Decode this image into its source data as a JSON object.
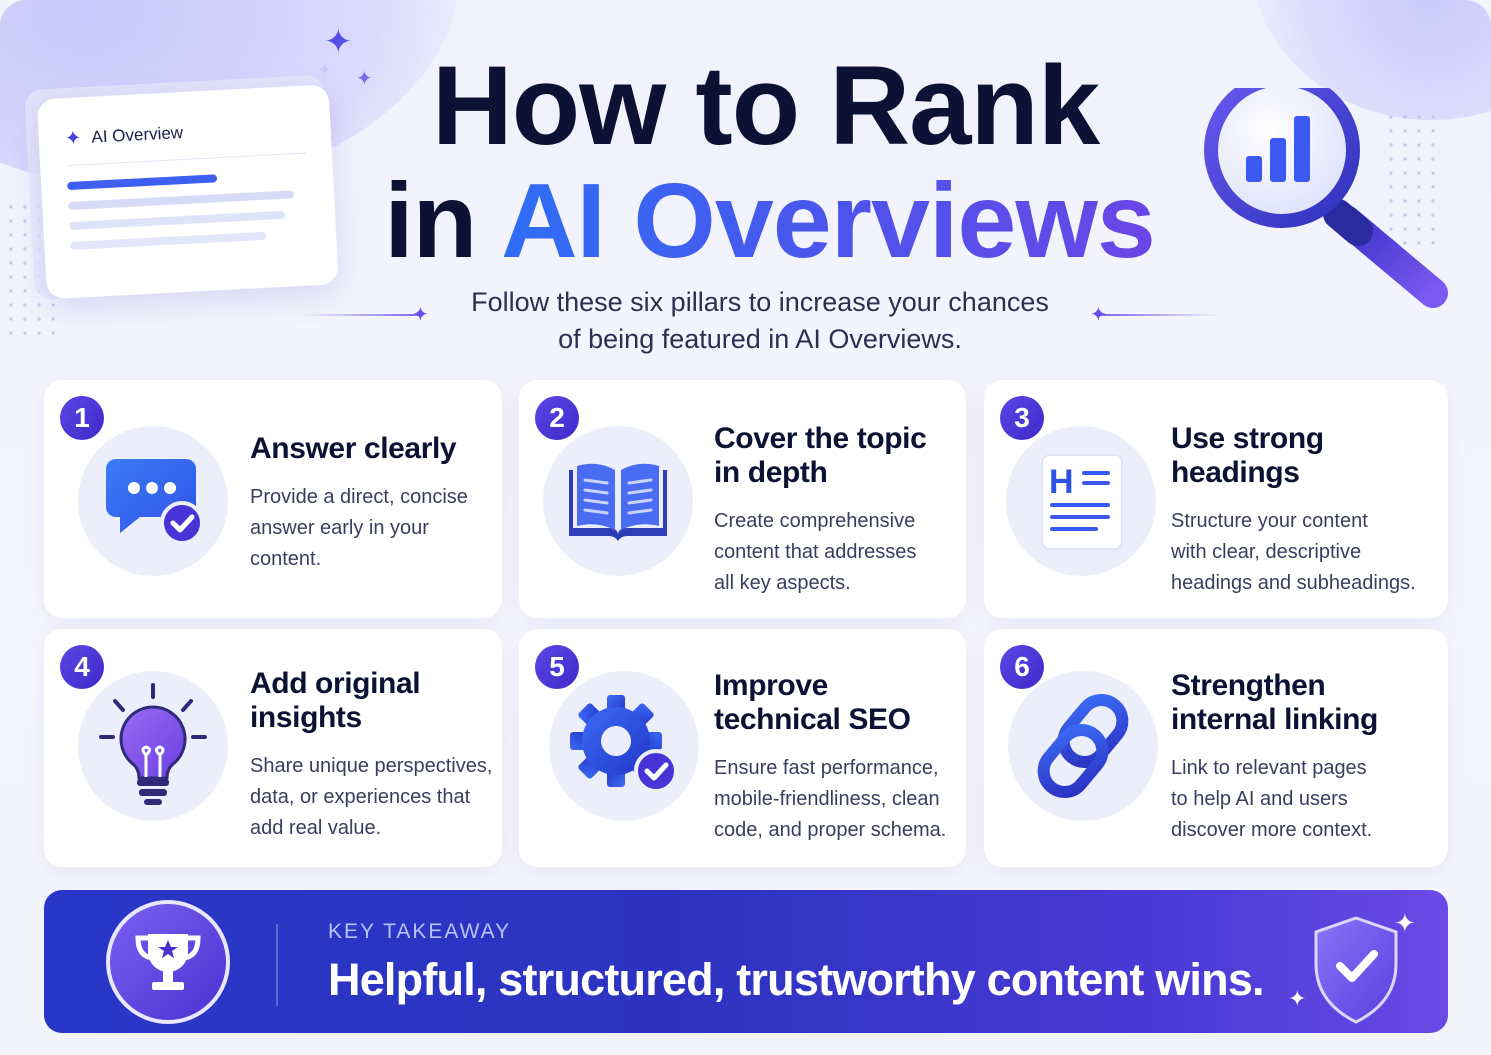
{
  "header": {
    "title_line1": "How to Rank",
    "title_line2_prefix": "in",
    "title_line2_highlight": "AI Overviews",
    "subtitle_line1": "Follow these six pillars to increase your chances",
    "subtitle_line2": "of being featured in AI Overviews."
  },
  "ai_card": {
    "label": "AI Overview",
    "icon": "sparkle-icon"
  },
  "pillars": [
    {
      "number": "1",
      "title_line1": "Answer clearly",
      "title_line2": "",
      "desc": [
        "Provide a direct, concise",
        "answer early in your",
        "content."
      ],
      "icon": "chat-check-icon"
    },
    {
      "number": "2",
      "title_line1": "Cover the topic",
      "title_line2": "in depth",
      "desc": [
        "Create comprehensive",
        "content that addresses",
        "all key aspects."
      ],
      "icon": "open-book-icon"
    },
    {
      "number": "3",
      "title_line1": "Use strong",
      "title_line2": "headings",
      "desc": [
        "Structure your content",
        "with clear, descriptive",
        "headings and subheadings."
      ],
      "icon": "heading-document-icon"
    },
    {
      "number": "4",
      "title_line1": "Add original",
      "title_line2": "insights",
      "desc": [
        "Share unique perspectives,",
        "data, or experiences that",
        "add real value."
      ],
      "icon": "lightbulb-icon"
    },
    {
      "number": "5",
      "title_line1": "Improve",
      "title_line2": "technical SEO",
      "desc": [
        "Ensure fast performance,",
        "mobile-friendliness, clean",
        "code, and proper schema."
      ],
      "icon": "gear-check-icon"
    },
    {
      "number": "6",
      "title_line1": "Strengthen",
      "title_line2": "internal linking",
      "desc": [
        "Link to relevant pages",
        "to help AI and users",
        "discover more context."
      ],
      "icon": "chain-link-icon"
    }
  ],
  "banner": {
    "label": "KEY TAKEAWAY",
    "text": "Helpful, structured, trustworthy content wins.",
    "left_icon": "trophy-icon",
    "right_icon": "shield-check-icon"
  },
  "colors": {
    "accent_purple": "#4a33d6",
    "accent_blue": "#2f6ef5",
    "banner_start": "#2837c8",
    "banner_end": "#6a4ae6",
    "heading": "#0c1233"
  }
}
